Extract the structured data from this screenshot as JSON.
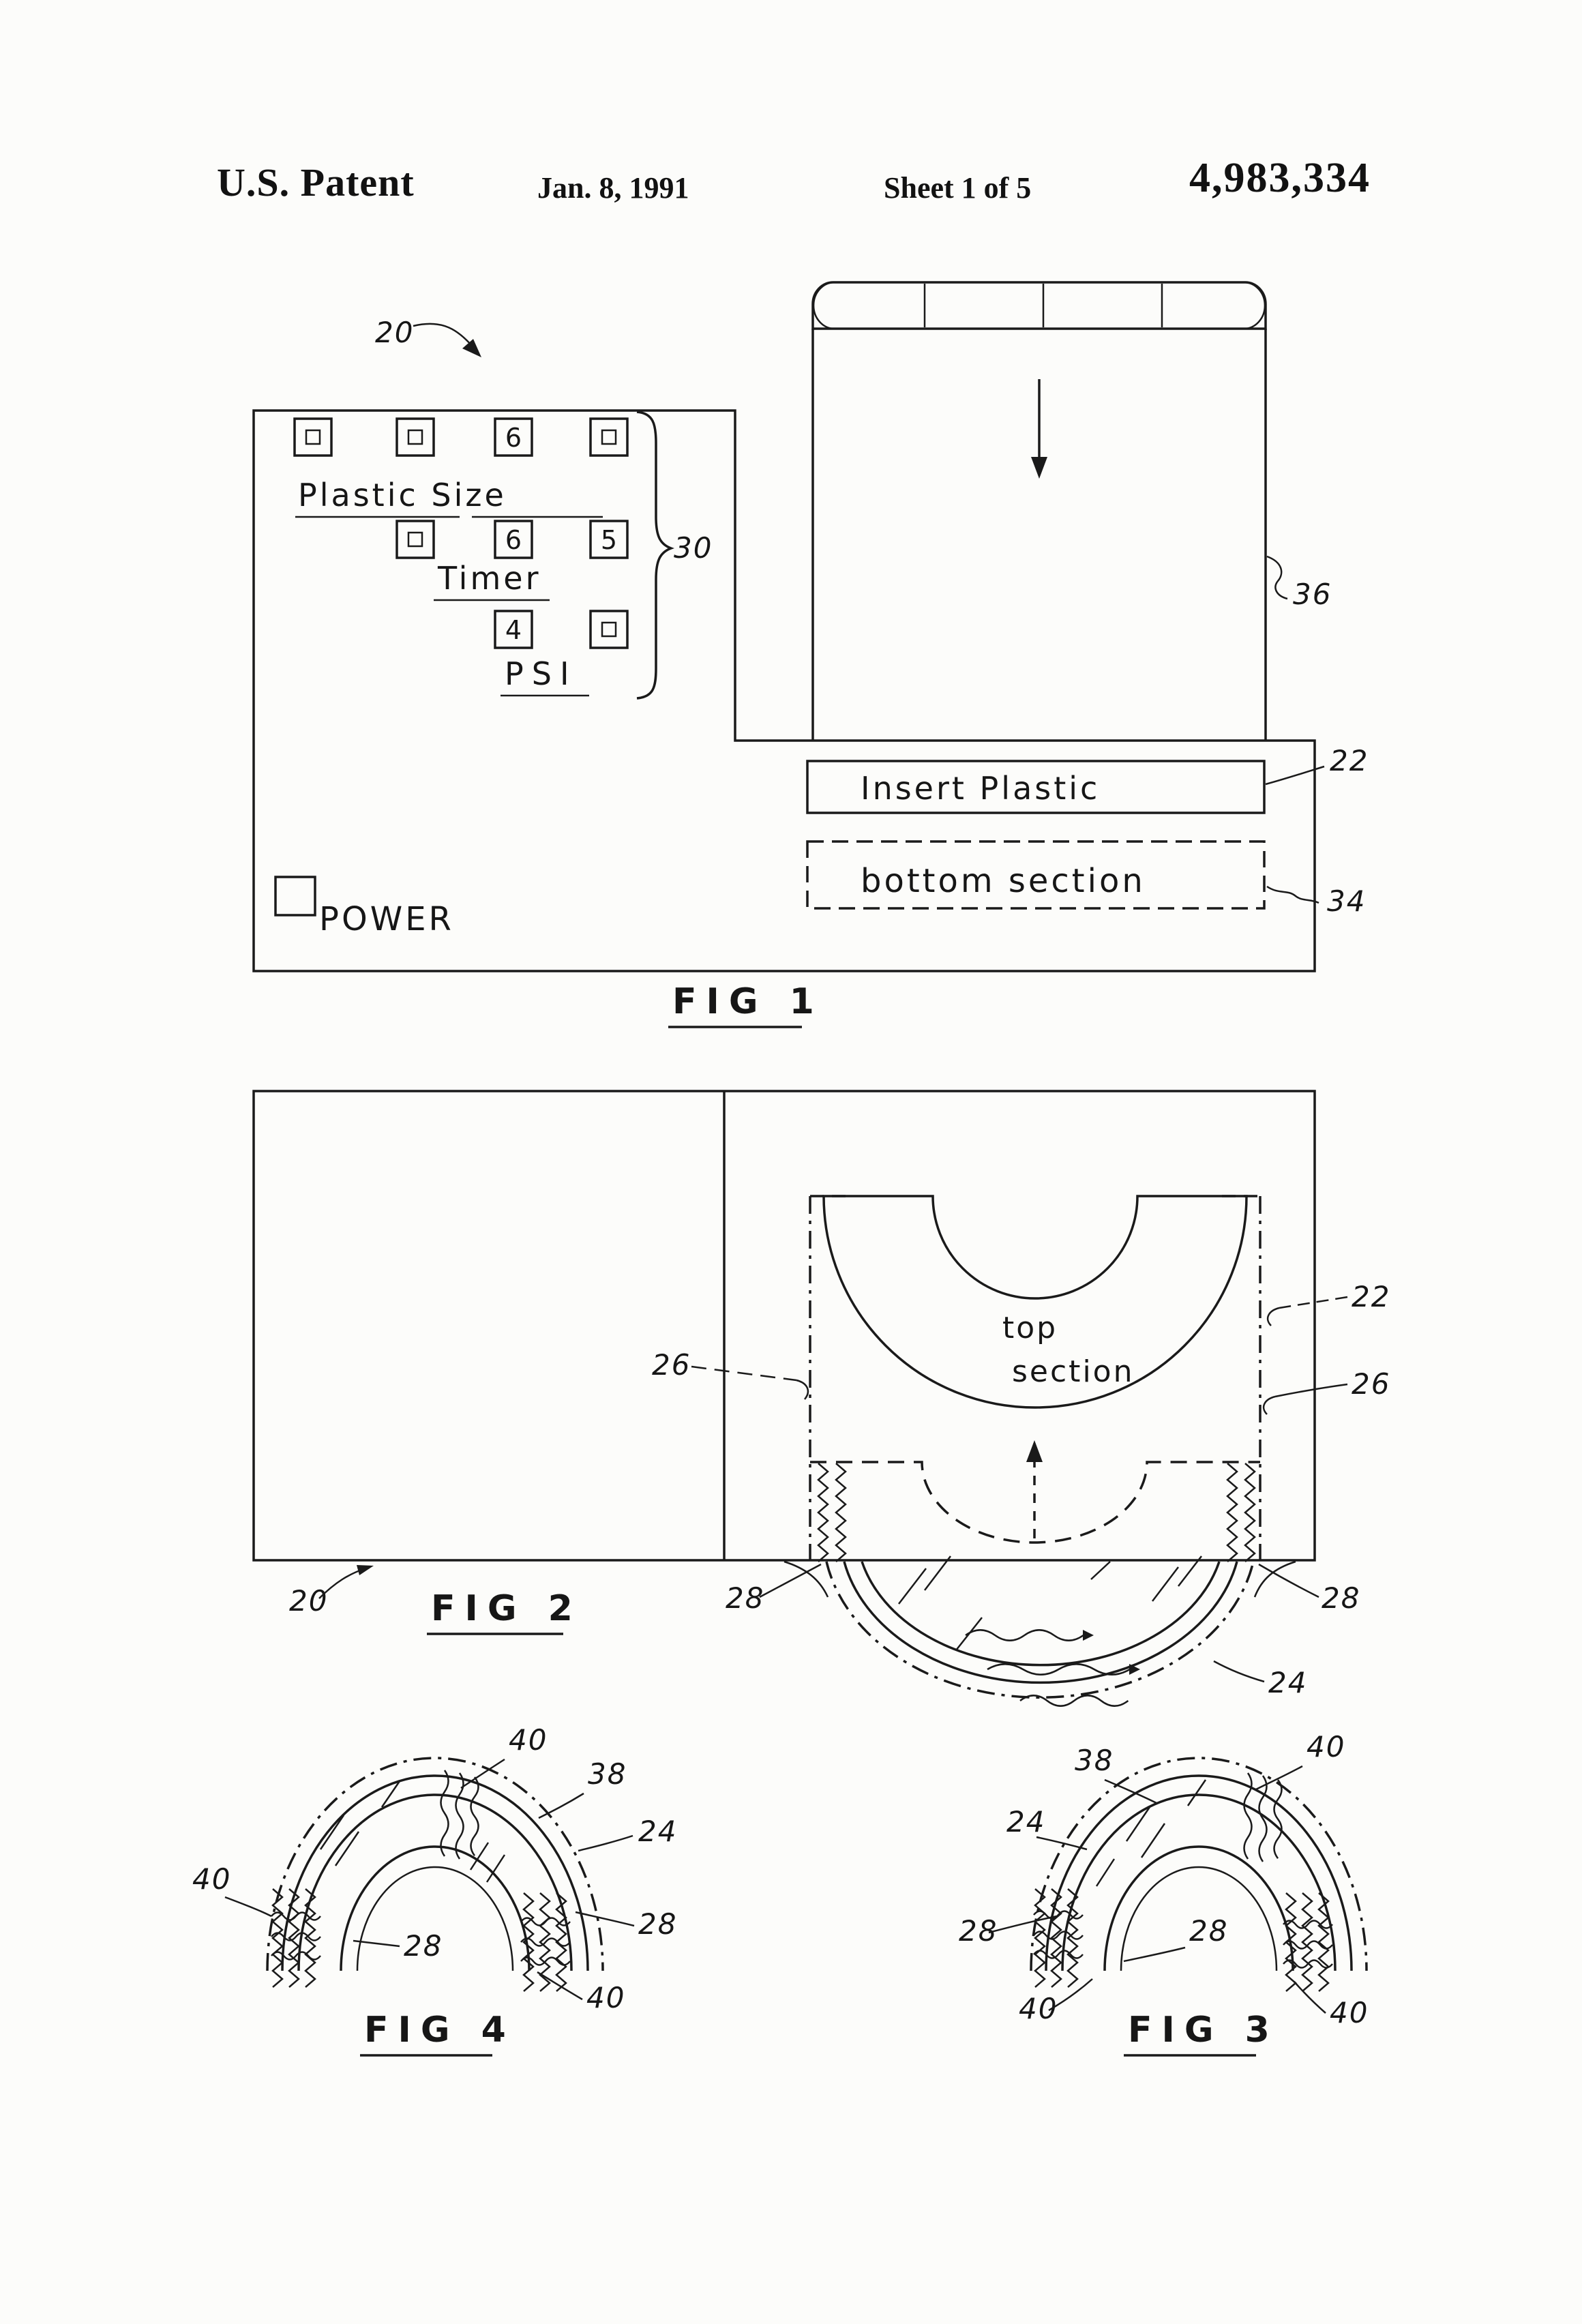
{
  "header": {
    "title": "U.S. Patent",
    "date": "Jan. 8, 1991",
    "sheet": "Sheet 1 of 5",
    "patent_number": "4,983,334"
  },
  "fig1": {
    "caption": "FIG 1",
    "panel_ref": "20",
    "group_ref": "30",
    "chute_ref": "36",
    "insert_ref": "22",
    "bottom_ref": "34",
    "plastic_size_label": "Plastic Size",
    "timer_label": "Timer",
    "psi_label": "PSI",
    "power_label": "POWER",
    "insert_plastic_text": "Insert Plastic",
    "bottom_section_text": "bottom section",
    "digits": {
      "size": "6",
      "timer_tens": "6",
      "timer_ones": "5",
      "psi": "4"
    }
  },
  "fig2": {
    "caption": "FIG 2",
    "machine_ref": "20",
    "top_section_line1": "top",
    "top_section_line2": "section",
    "ref22": "22",
    "ref26": "26",
    "ref28": "28",
    "ref24": "24"
  },
  "fig3": {
    "caption": "FIG 3",
    "ref38": "38",
    "ref40": "40",
    "ref24": "24",
    "ref28": "28"
  },
  "fig4": {
    "caption": "FIG 4",
    "ref38": "38",
    "ref40": "40",
    "ref24": "24",
    "ref28": "28"
  }
}
